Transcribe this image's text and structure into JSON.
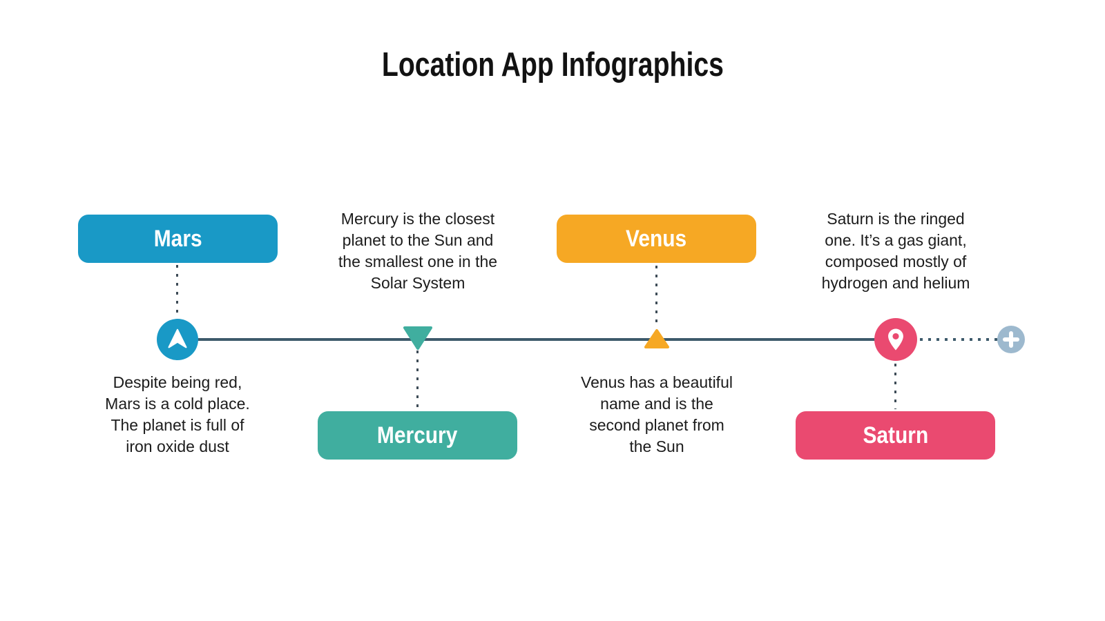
{
  "title": "Location App Infographics",
  "colors": {
    "mars": "#1999c6",
    "mercury": "#40ae9f",
    "venus": "#f6a824",
    "saturn": "#ea4a70",
    "timeline_line": "#3d5a6b",
    "add_button": "#9db9ce",
    "text": "#1c1c1c"
  },
  "timeline": {
    "items": [
      {
        "label": "Mars",
        "marker_icon": "navigation-arrow-icon",
        "description_lines": [
          "Despite being red,",
          "Mars is a cold place.",
          "The planet is full of",
          "iron oxide dust"
        ]
      },
      {
        "label": "Mercury",
        "marker_icon": "triangle-down-icon",
        "description_lines": [
          "Mercury is the closest",
          "planet to the Sun and",
          "the smallest one in the",
          "Solar System"
        ]
      },
      {
        "label": "Venus",
        "marker_icon": "triangle-up-icon",
        "description_lines": [
          "Venus has a beautiful",
          "name and is the",
          "second planet from",
          "the Sun"
        ]
      },
      {
        "label": "Saturn",
        "marker_icon": "map-pin-icon",
        "description_lines": [
          "Saturn is the ringed",
          "one. It’s a gas giant,",
          "composed mostly of",
          "hydrogen and helium"
        ]
      }
    ],
    "add_button_icon": "plus-icon"
  }
}
